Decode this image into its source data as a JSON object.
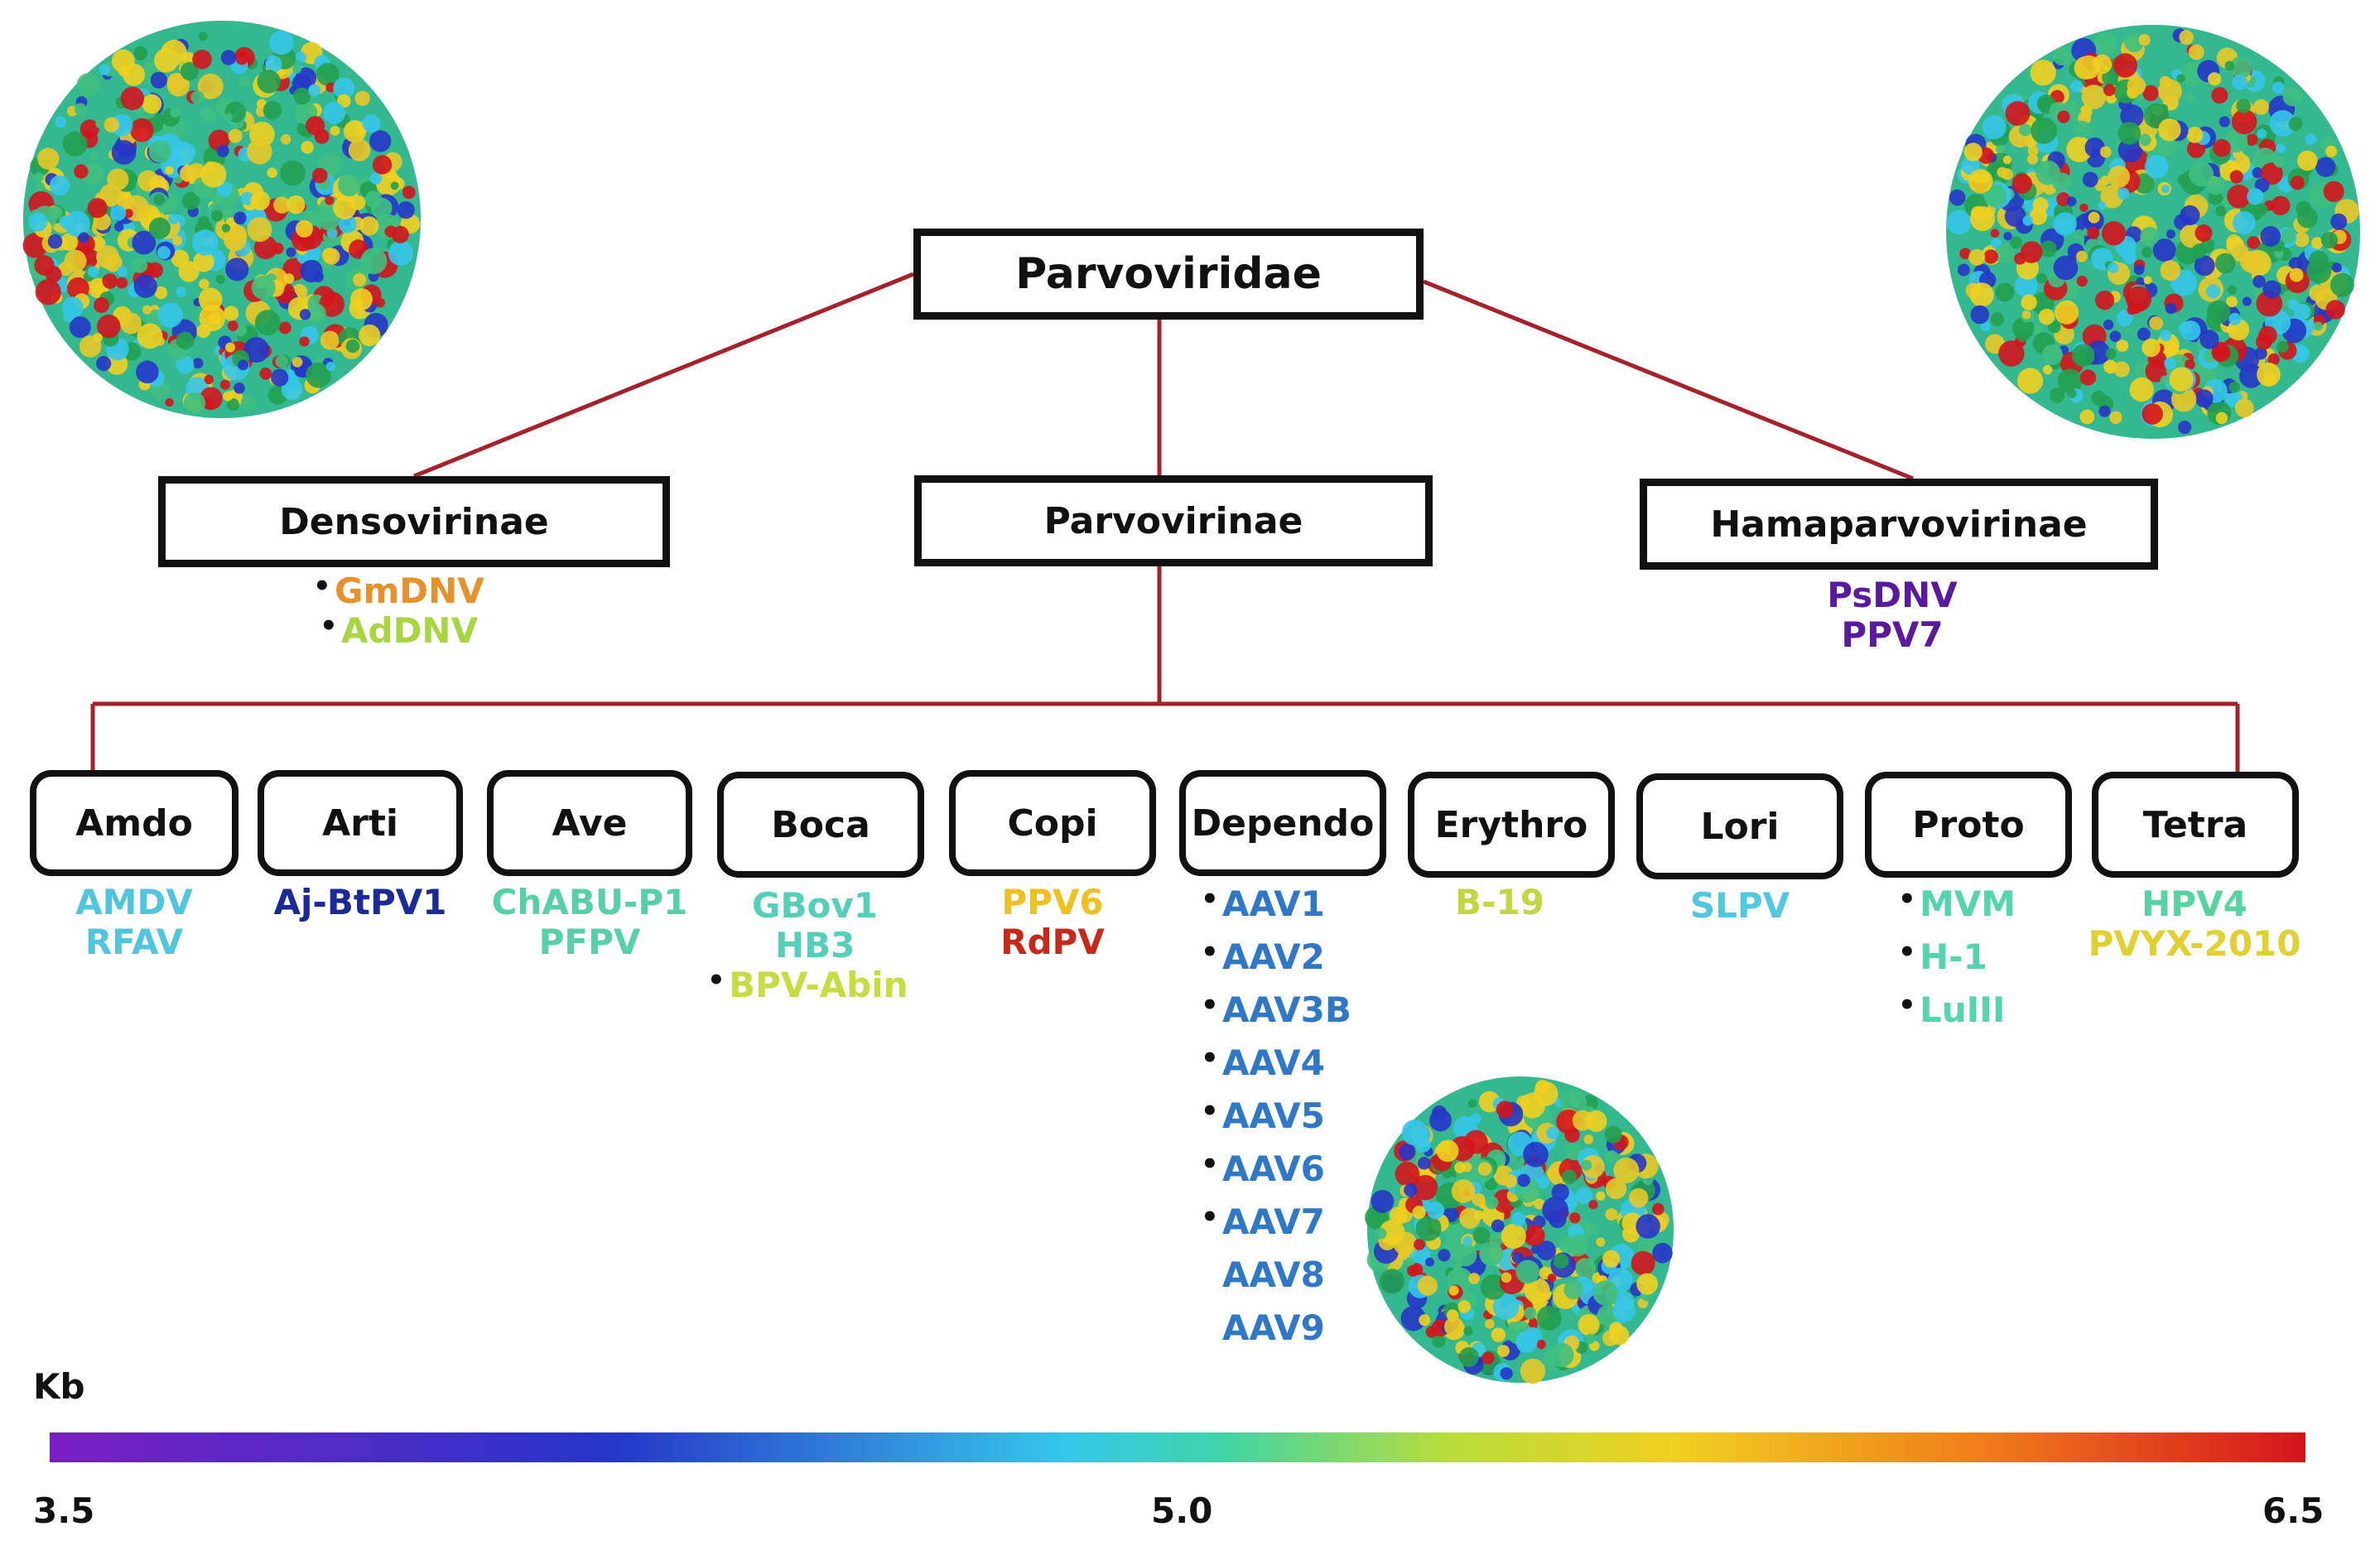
{
  "root": {
    "label": "Parvoviridae"
  },
  "subfamilies": [
    {
      "label": "Densovirinae",
      "members": [
        {
          "name": "GmDNV",
          "color": "#e8902a",
          "bullet": true
        },
        {
          "name": "AdDNV",
          "color": "#a8d640",
          "bullet": true
        }
      ]
    },
    {
      "label": "Parvovirinae",
      "members": []
    },
    {
      "label": "Hamaparvovirinae",
      "members": [
        {
          "name": "PsDNV",
          "color": "#5a1aa0",
          "bullet": false
        },
        {
          "name": "PPV7",
          "color": "#5a1aa0",
          "bullet": false
        }
      ]
    }
  ],
  "genera": [
    {
      "label": "Amdo",
      "members": [
        {
          "name": "AMDV",
          "color": "#4fc6e0",
          "bullet": false
        },
        {
          "name": "RFAV",
          "color": "#4fc6e0",
          "bullet": false
        }
      ]
    },
    {
      "label": "Arti",
      "members": [
        {
          "name": "Aj-BtPV1",
          "color": "#1a2a9a",
          "bullet": false
        }
      ]
    },
    {
      "label": "Ave",
      "members": [
        {
          "name": "ChABU-P1",
          "color": "#55d0a8",
          "bullet": false
        },
        {
          "name": "PFPV",
          "color": "#55d0a8",
          "bullet": false
        }
      ]
    },
    {
      "label": "Boca",
      "members": [
        {
          "name": "GBov1",
          "color": "#55d0b8",
          "bullet": false
        },
        {
          "name": "HB3",
          "color": "#55d0b8",
          "bullet": false
        },
        {
          "name": "BPV-Abin",
          "color": "#c6dc40",
          "bullet": true
        }
      ]
    },
    {
      "label": "Copi",
      "members": [
        {
          "name": "PPV6",
          "color": "#f0c020",
          "bullet": false
        },
        {
          "name": "RdPV",
          "color": "#c8281a",
          "bullet": false
        }
      ]
    },
    {
      "label": "Dependo",
      "members": [
        {
          "name": "AAV1",
          "color": "#2f78c8",
          "bullet": true
        },
        {
          "name": "AAV2",
          "color": "#2f78c8",
          "bullet": true
        },
        {
          "name": "AAV3B",
          "color": "#2f78c8",
          "bullet": true
        },
        {
          "name": "AAV4",
          "color": "#2f78c8",
          "bullet": true
        },
        {
          "name": "AAV5",
          "color": "#2f78c8",
          "bullet": true
        },
        {
          "name": "AAV6",
          "color": "#2f78c8",
          "bullet": true
        },
        {
          "name": "AAV7",
          "color": "#2f78c8",
          "bullet": true
        },
        {
          "name": "AAV8",
          "color": "#2f78c8",
          "bullet": false
        },
        {
          "name": "AAV9",
          "color": "#2f78c8",
          "bullet": false
        }
      ]
    },
    {
      "label": "Erythro",
      "members": [
        {
          "name": "B-19",
          "color": "#c2d640",
          "bullet": false
        }
      ]
    },
    {
      "label": "Lori",
      "members": [
        {
          "name": "SLPV",
          "color": "#50c8e0",
          "bullet": false
        }
      ]
    },
    {
      "label": "Proto",
      "members": [
        {
          "name": "MVM",
          "color": "#55d4b0",
          "bullet": true
        },
        {
          "name": "H-1",
          "color": "#55d4b0",
          "bullet": true
        },
        {
          "name": "LuIII",
          "color": "#55d4b0",
          "bullet": true
        }
      ]
    },
    {
      "label": "Tetra",
      "members": [
        {
          "name": "HPV4",
          "color": "#55d4a0",
          "bullet": false
        },
        {
          "name": "PVYX-2010",
          "color": "#e0d030",
          "bullet": false
        }
      ]
    }
  ],
  "scale": {
    "label": "Kb",
    "ticks": [
      "3.5",
      "5.0",
      "6.5"
    ]
  },
  "colors": {
    "connector": "#a8202a",
    "box_border": "#111111"
  }
}
